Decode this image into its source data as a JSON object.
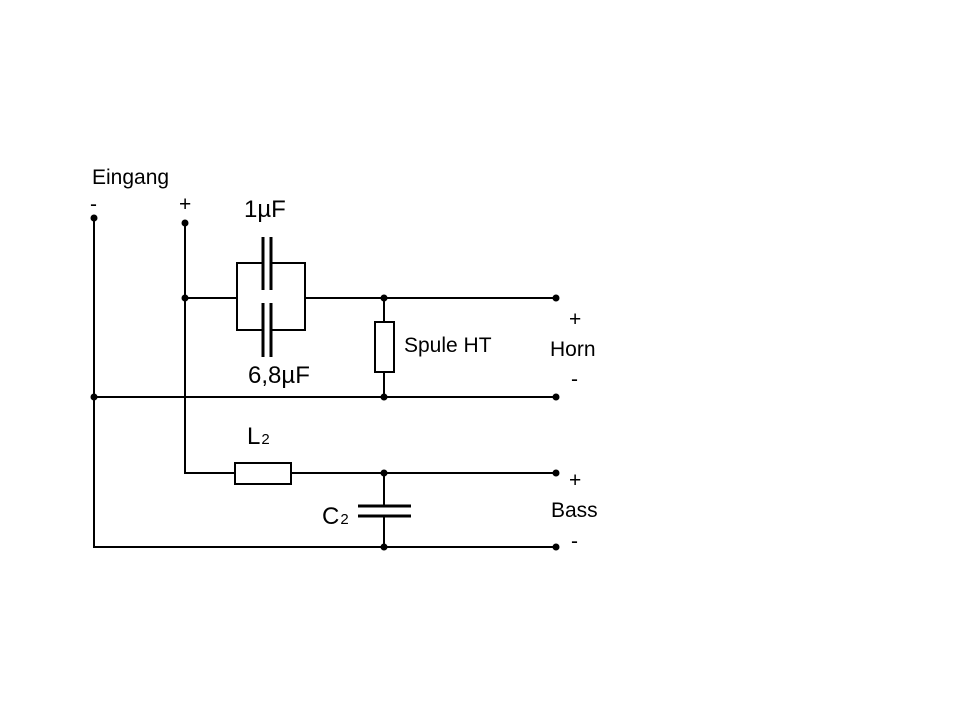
{
  "labels": {
    "input": "Eingang",
    "input_minus": "-",
    "input_plus": "+",
    "cap_top": "1µF",
    "cap_bottom": "6,8µF",
    "coil_ht": "Spule HT",
    "horn_plus": "+",
    "horn": "Horn",
    "horn_minus": "-",
    "inductor_main": "L",
    "inductor_sub": "2",
    "capacitor_main": "C",
    "capacitor_sub": "2",
    "bass_plus": "+",
    "bass": "Bass",
    "bass_minus": "-"
  },
  "colors": {
    "line": "#000000",
    "background": "#ffffff"
  }
}
